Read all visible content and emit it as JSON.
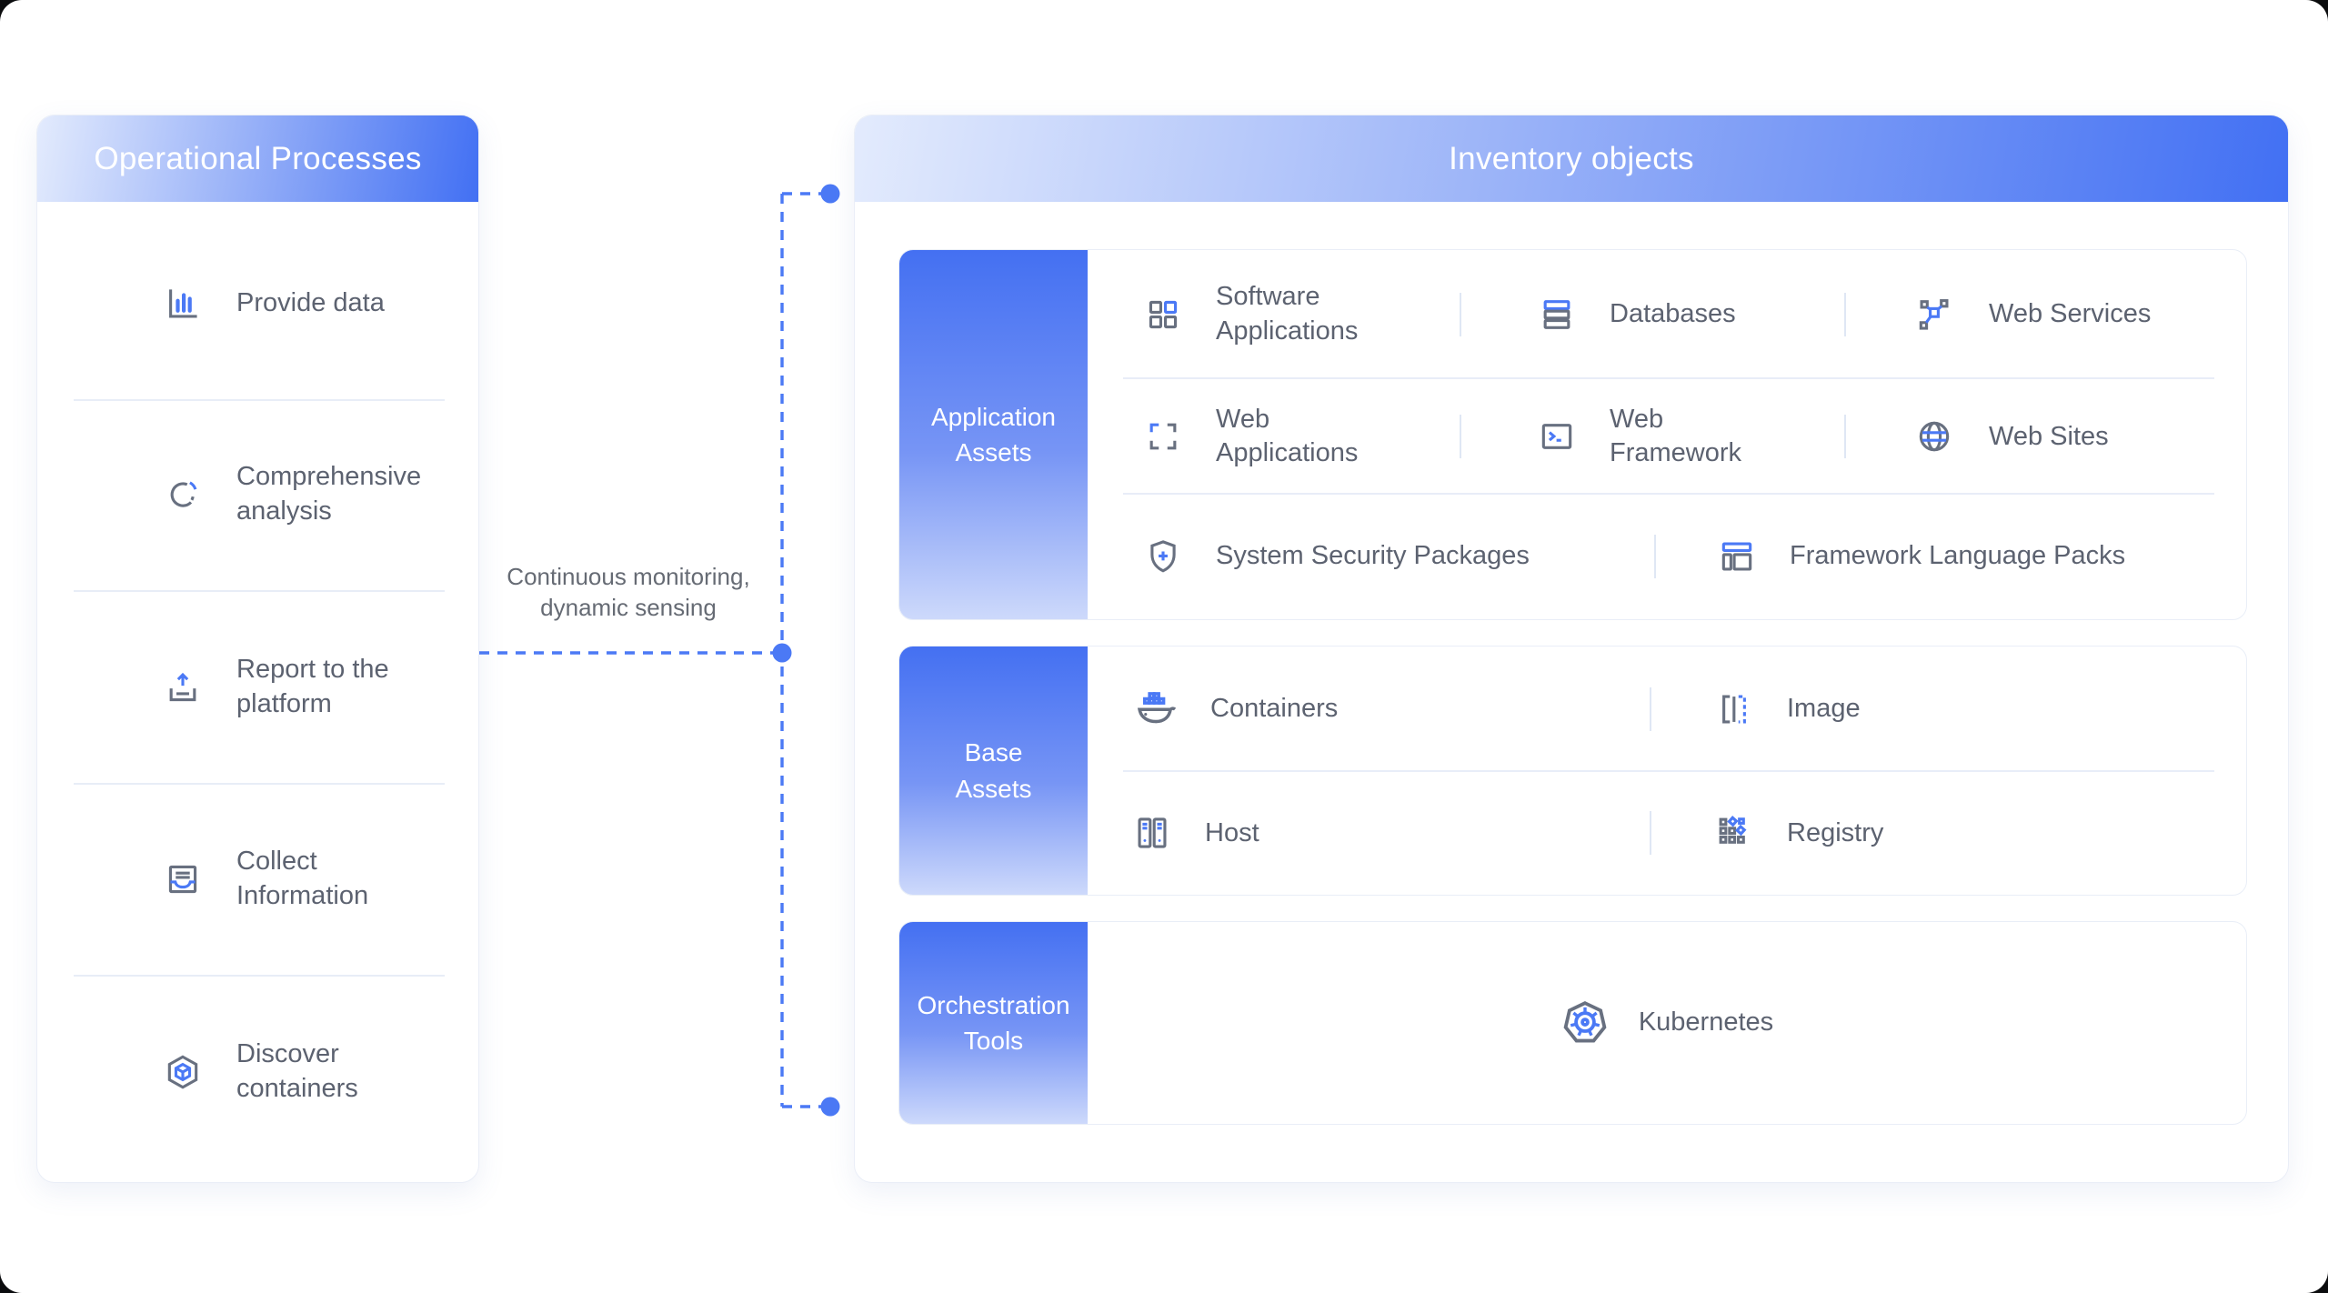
{
  "colors": {
    "accent_blue": "#4b79f5",
    "icon_gray": "#687080",
    "text_gray": "#5c6270",
    "header_gradient_start": "#e3ebfd",
    "header_gradient_end": "#4270f3",
    "sidebar_gradient_start": "#4470f2",
    "sidebar_gradient_end": "#cdd9fb",
    "divider": "#e8edf8"
  },
  "left_panel": {
    "title": "Operational Processes",
    "items": [
      {
        "icon": "bar-chart-icon",
        "label": "Provide data"
      },
      {
        "icon": "pie-chart-icon",
        "label": "Comprehensive\nanalysis"
      },
      {
        "icon": "upload-icon",
        "label": "Report to the\nplatform"
      },
      {
        "icon": "inbox-icon",
        "label": "Collect\nInformation"
      },
      {
        "icon": "cube-hexagon-icon",
        "label": "Discover\ncontainers"
      }
    ]
  },
  "connector": {
    "label": "Continuous monitoring,\ndynamic sensing"
  },
  "right_panel": {
    "title": "Inventory objects",
    "sections": [
      {
        "label": "Application\nAssets",
        "rows": [
          {
            "cells": [
              {
                "icon": "app-grid-icon",
                "label": "Software\nApplications"
              },
              {
                "icon": "database-icon",
                "label": "Databases"
              },
              {
                "icon": "network-nodes-icon",
                "label": "Web Services"
              }
            ]
          },
          {
            "cells": [
              {
                "icon": "scan-frame-icon",
                "label": "Web\nApplications"
              },
              {
                "icon": "terminal-icon",
                "label": "Web\nFramework"
              },
              {
                "icon": "globe-icon",
                "label": "Web Sites"
              }
            ]
          },
          {
            "cells": [
              {
                "icon": "shield-plus-icon",
                "label": "System Security Packages"
              },
              {
                "icon": "layout-panels-icon",
                "label": "Framework Language Packs"
              }
            ]
          }
        ]
      },
      {
        "label": "Base\nAssets",
        "rows": [
          {
            "cells": [
              {
                "icon": "docker-whale-icon",
                "label": "Containers"
              },
              {
                "icon": "image-brackets-icon",
                "label": "Image"
              }
            ]
          },
          {
            "cells": [
              {
                "icon": "server-towers-icon",
                "label": "Host"
              },
              {
                "icon": "registry-grid-icon",
                "label": "Registry"
              }
            ]
          }
        ]
      },
      {
        "label": "Orchestration\nTools",
        "rows": [
          {
            "cells": [
              {
                "icon": "kubernetes-helm-icon",
                "label": "Kubernetes"
              }
            ]
          }
        ]
      }
    ]
  }
}
